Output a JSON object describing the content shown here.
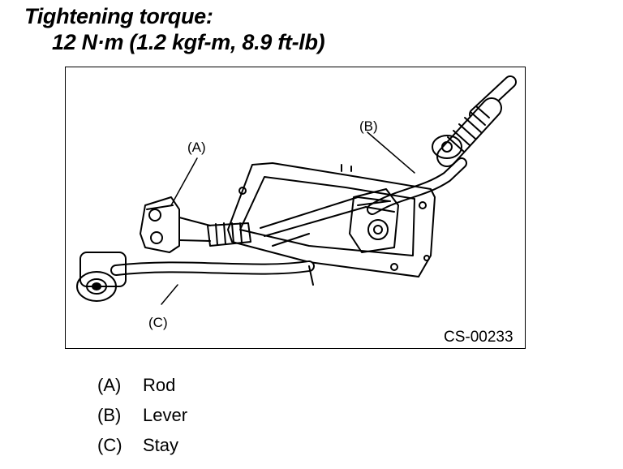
{
  "heading": {
    "line1": "Tightening torque:",
    "line2": "12 N·m (1.2 kgf-m, 8.9 ft-lb)"
  },
  "figure": {
    "code": "CS-00233",
    "callouts": {
      "a": "(A)",
      "b": "(B)",
      "c": "(C)"
    }
  },
  "legend": [
    {
      "key": "(A)",
      "label": "Rod"
    },
    {
      "key": "(B)",
      "label": "Lever"
    },
    {
      "key": "(C)",
      "label": "Stay"
    }
  ]
}
